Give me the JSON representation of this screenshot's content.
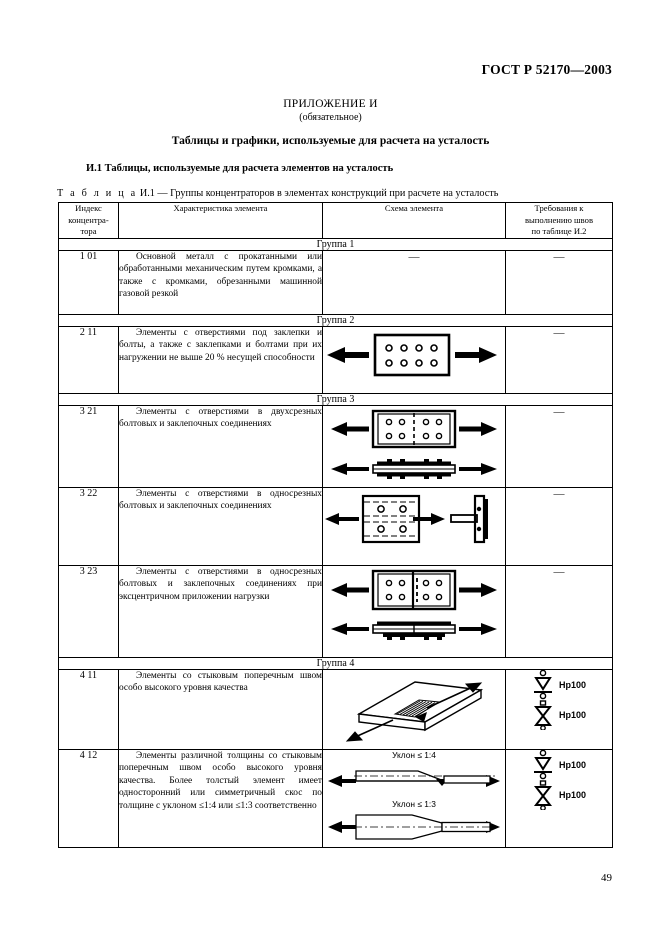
{
  "header": {
    "standard": "ГОСТ Р 52170—2003",
    "page_number": "49"
  },
  "appendix": {
    "title": "ПРИЛОЖЕНИЕ И",
    "subtitle": "(обязательное)",
    "doc_title": "Таблицы и графики, используемые для расчета на усталость",
    "section_title": "И.1 Таблицы, используемые для расчета элементов на усталость",
    "table_caption_prefix": "Т а б л и ц а",
    "table_caption_number": "И.1",
    "table_caption_text": "— Группы концентраторов в элементах конструкций при расчете на усталость"
  },
  "table": {
    "columns": [
      "Индекс концентратора",
      "Характеристика элемента",
      "Схема элемента",
      "Требования к выполнению швов по таблице И.2"
    ],
    "col1_line1": "Индекс",
    "col1_line2": "концентра-",
    "col1_line3": "тора",
    "col2_header": "Характеристика элемента",
    "col3_header": "Схема элемента",
    "col4_line1": "Требования к",
    "col4_line2": "выполнению швов",
    "col4_line3": "по таблице И.2",
    "groups": [
      {
        "label": "Группа 1",
        "rows": [
          {
            "index": "1 01",
            "description": "Основной металл с прокатанными или обработанными механическим путем кромками, а также с кромками, обрезанными машинной газовой резкой",
            "scheme": "dash",
            "weld": "dash"
          }
        ]
      },
      {
        "label": "Группа 2",
        "rows": [
          {
            "index": "2 11",
            "description": "Элементы с отверстиями под заклепки и болты, а также с заклепками и болтами при их нагружении не выше 20 % несущей способности",
            "scheme": "plate-8-holes",
            "weld": "dash"
          }
        ]
      },
      {
        "label": "Группа 3",
        "rows": [
          {
            "index": "3 21",
            "description": "Элементы с отверстиями в двухсрезных болтовых и заклепочных соединениях",
            "scheme": "double-shear",
            "weld": "dash"
          },
          {
            "index": "3 22",
            "description": "Элементы с отверстиями в односрезных болтовых и заклепочных соединениях",
            "scheme": "single-shear",
            "weld": "dash"
          },
          {
            "index": "3 23",
            "description": "Элементы с отверстиями в односрезных болтовых и заклепочных соединениях при эксцентричном приложении нагрузки",
            "scheme": "eccentric-shear",
            "weld": "dash"
          }
        ]
      },
      {
        "label": "Группа 4",
        "rows": [
          {
            "index": "4 11",
            "description": "Элементы со стыковым поперечным швом особо высокого уровня качества",
            "scheme": "iso-butt-weld",
            "weld": "nr100-pair"
          },
          {
            "index": "4 12",
            "description": "Элементы различной толщины со стыковым поперечным швом особо высокого уровня качества. Более толстый элемент имеет односторонний или симметричный скос по толщине с уклоном ≤1:4 или ≤1:3 соответственно",
            "scheme": "taper-profiles",
            "weld": "nr100-pair"
          }
        ]
      }
    ],
    "dash_symbol": "—",
    "slope_label_1": "Уклон ≤ 1:4",
    "slope_label_2": "Уклон ≤ 1:3",
    "weld_label": "Нр100"
  }
}
